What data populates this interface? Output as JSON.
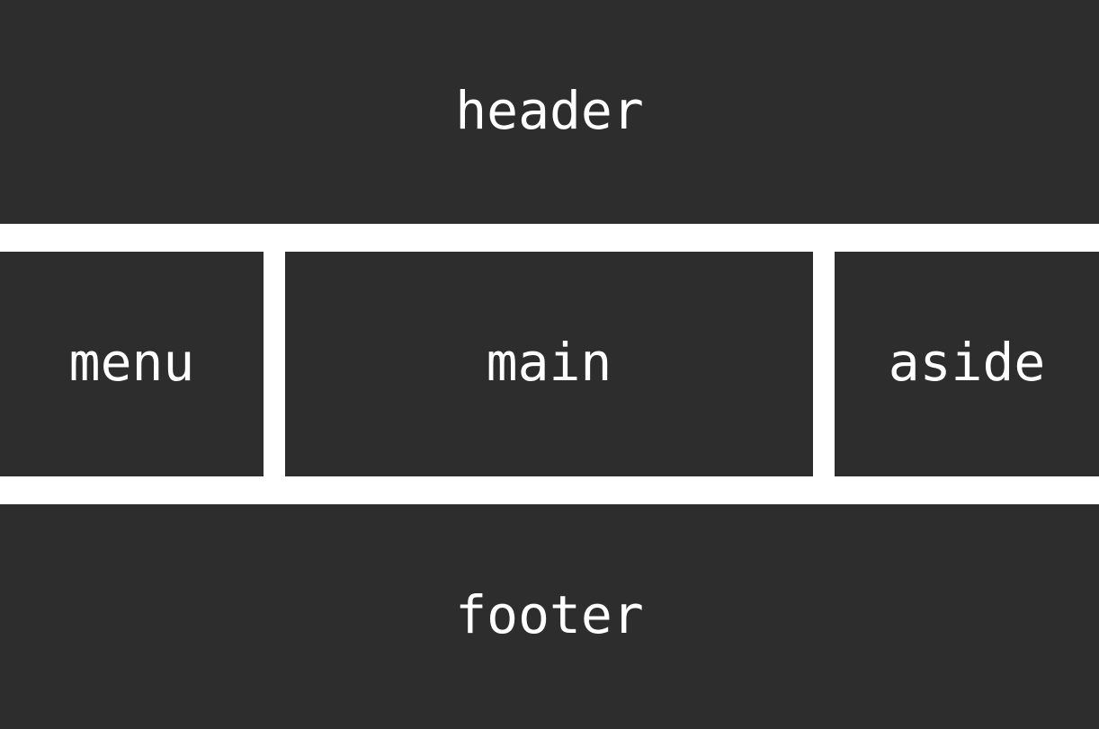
{
  "layout": {
    "header": "header",
    "menu": "menu",
    "main": "main",
    "aside": "aside",
    "footer": "footer"
  },
  "colors": {
    "background": "#ffffff",
    "panel": "#2d2d2d",
    "text": "#ffffff"
  }
}
